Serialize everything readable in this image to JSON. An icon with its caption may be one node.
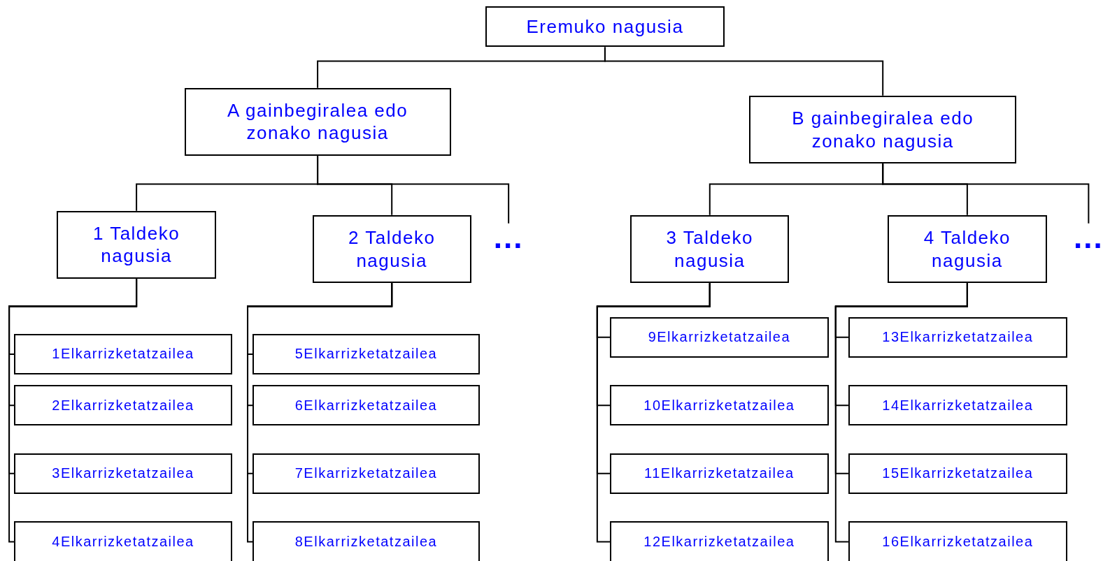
{
  "diagram": {
    "nodes": [
      {
        "text": [
          "Eremuko nagusia"
        ]
      },
      {
        "text": [
          "A gainbegiralea edo zonako nagusia"
        ]
      },
      {
        "text": [
          "B gainbegiralea edo zonako nagusia"
        ]
      },
      {
        "text": [
          "1 Taldeko nagusia"
        ]
      },
      {
        "text": [
          "2 Taldeko nagusia"
        ]
      },
      {
        "text": [
          "..."
        ]
      },
      {
        "text": [
          "3 Taldeko nagusia"
        ]
      },
      {
        "text": [
          "4 Taldeko nagusia"
        ]
      },
      {
        "text": [
          "..."
        ]
      },
      {
        "text": [
          "1Elkarrizketatzailea"
        ]
      },
      {
        "text": [
          "2Elkarrizketatzailea"
        ]
      },
      {
        "text": [
          "3Elkarrizketatzailea"
        ]
      },
      {
        "text": [
          "4Elkarrizketatzailea"
        ]
      },
      {
        "text": [
          "5Elkarrizketatzailea"
        ]
      },
      {
        "text": [
          "6Elkarrizketatzailea"
        ]
      },
      {
        "text": [
          "7Elkarrizketatzailea"
        ]
      },
      {
        "text": [
          "8Elkarrizketatzailea"
        ]
      },
      {
        "text": [
          "9Elkarrizketatzailea"
        ]
      },
      {
        "text": [
          "10Elkarrizketatzailea"
        ]
      },
      {
        "text": [
          "11Elkarrizketatzailea"
        ]
      },
      {
        "text": [
          "12Elkarrizketatzailea"
        ]
      },
      {
        "text": [
          "13Elkarrizketatzailea"
        ]
      },
      {
        "text": [
          "14Elkarrizketatzailea"
        ]
      },
      {
        "text": [
          "15Elkarrizketatzailea"
        ]
      },
      {
        "text": [
          "16Elkarrizketatzailea"
        ]
      }
    ],
    "edges": [
      {
        "from": 0,
        "to": 1,
        "arrow": "none"
      },
      {
        "from": 0,
        "to": 2,
        "arrow": "none"
      },
      {
        "from": 1,
        "to": 3,
        "arrow": "none"
      },
      {
        "from": 1,
        "to": 4,
        "arrow": "none"
      },
      {
        "from": 1,
        "to": 5,
        "arrow": "none"
      },
      {
        "from": 2,
        "to": 6,
        "arrow": "none"
      },
      {
        "from": 2,
        "to": 7,
        "arrow": "none"
      },
      {
        "from": 2,
        "to": 8,
        "arrow": "none"
      },
      {
        "from": 3,
        "to": 9,
        "arrow": "none"
      },
      {
        "from": 3,
        "to": 10,
        "arrow": "none"
      },
      {
        "from": 3,
        "to": 11,
        "arrow": "none"
      },
      {
        "from": 3,
        "to": 12,
        "arrow": "none"
      },
      {
        "from": 4,
        "to": 13,
        "arrow": "none"
      },
      {
        "from": 4,
        "to": 14,
        "arrow": "none"
      },
      {
        "from": 4,
        "to": 15,
        "arrow": "none"
      },
      {
        "from": 4,
        "to": 16,
        "arrow": "none"
      },
      {
        "from": 6,
        "to": 17,
        "arrow": "none"
      },
      {
        "from": 6,
        "to": 18,
        "arrow": "none"
      },
      {
        "from": 6,
        "to": 19,
        "arrow": "none"
      },
      {
        "from": 6,
        "to": 20,
        "arrow": "none"
      },
      {
        "from": 7,
        "to": 21,
        "arrow": "none"
      },
      {
        "from": 7,
        "to": 22,
        "arrow": "none"
      },
      {
        "from": 7,
        "to": 23,
        "arrow": "none"
      },
      {
        "from": 7,
        "to": 24,
        "arrow": "none"
      }
    ]
  }
}
